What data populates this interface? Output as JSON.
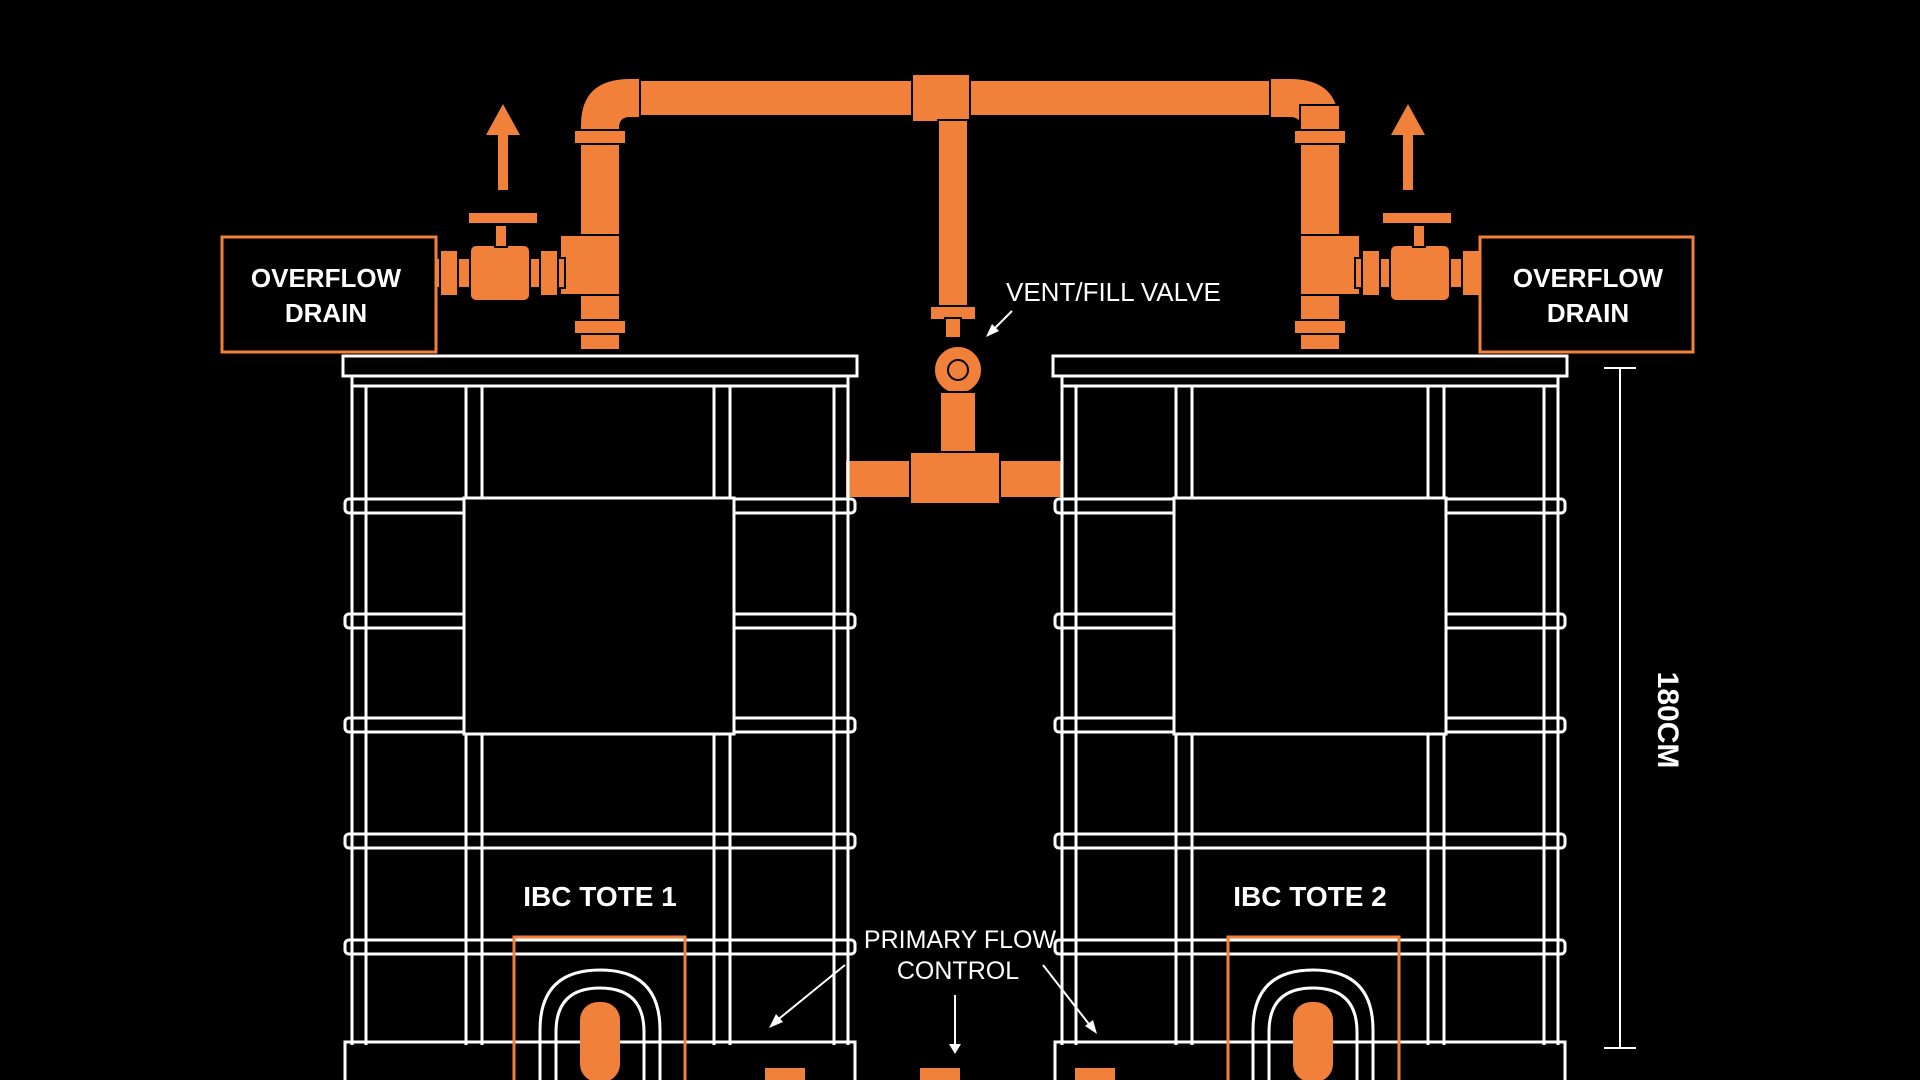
{
  "labels": {
    "overflow_left_line1": "OVERFLOW",
    "overflow_left_line2": "DRAIN",
    "overflow_right_line1": "OVERFLOW",
    "overflow_right_line2": "DRAIN",
    "vent_fill_valve": "VENT/FILL VALVE",
    "tote1": "IBC TOTE 1",
    "tote2": "IBC TOTE 2",
    "primary_flow_line1": "PRIMARY FLOW",
    "primary_flow_line2": "CONTROL",
    "height_dimension": "180CM"
  },
  "colors": {
    "background": "#000000",
    "pipe": "#f0803a",
    "frame": "#ffffff"
  }
}
